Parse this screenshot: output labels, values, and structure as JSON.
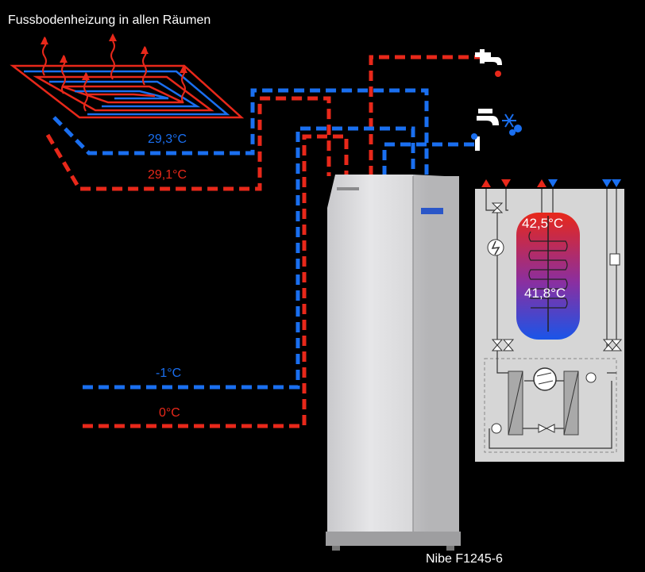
{
  "diagram": {
    "title": "Fussbodenheizung in allen Räumen",
    "floor_heating": {
      "supply_temp": "29,3°C",
      "return_temp": "29,1°C"
    },
    "ground_source": {
      "brine_out_temp": "-1°C",
      "brine_in_temp": "0°C"
    },
    "tank": {
      "top_temp": "42,5°C",
      "bottom_temp": "41,8°C"
    },
    "model": "Nibe F1245-6",
    "colors": {
      "hot": "#e8281a",
      "cold": "#1a6ff0",
      "background": "#000000"
    },
    "icons": [
      "hot-water-tap-icon",
      "cold-water-tap-icon",
      "snowflake-icon",
      "compressor-icon",
      "pump-icon",
      "valve-icon",
      "heating-arrow-icon"
    ]
  }
}
